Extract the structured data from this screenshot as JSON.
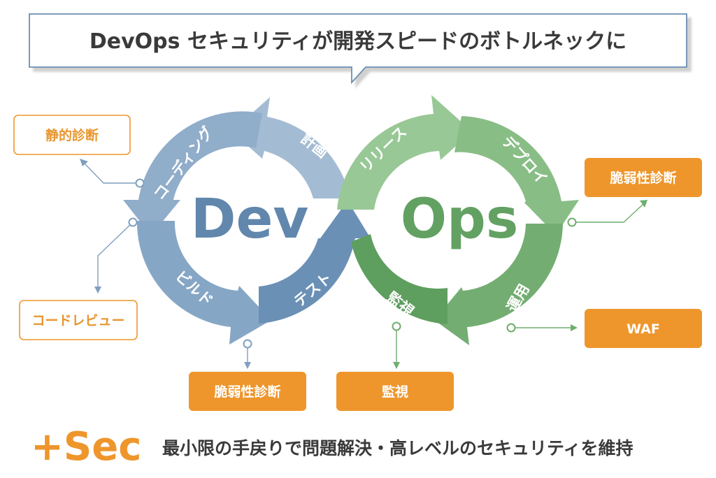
{
  "title": "DevOps セキュリティが開発スピードのボトルネックに",
  "dev": {
    "label": "Dev",
    "stages": {
      "plan": "計画",
      "coding": "コーディング",
      "build": "ビルド",
      "test": "テスト"
    }
  },
  "ops": {
    "label": "Ops",
    "stages": {
      "release": "リリース",
      "deploy": "デプロイ",
      "operate": "運用",
      "monitor": "監視"
    }
  },
  "security_boxes": {
    "static_analysis": "静的診断",
    "code_review": "コードレビュー",
    "vuln_scan_build": "脆弱性診断",
    "monitoring": "監視",
    "vuln_scan_deploy": "脆弱性診断",
    "waf": "WAF"
  },
  "footer": {
    "brand": "+Sec",
    "tagline": "最小限の手戻りで問題解決・高レベルのセキュリティを維持"
  },
  "colors": {
    "dev_light": "#a4bcd3",
    "dev_dark": "#6b90b5",
    "ops_light": "#98c895",
    "ops_dark": "#5e9e5f",
    "accent_orange": "#ee962c",
    "text_dark": "#3a3a3a"
  }
}
